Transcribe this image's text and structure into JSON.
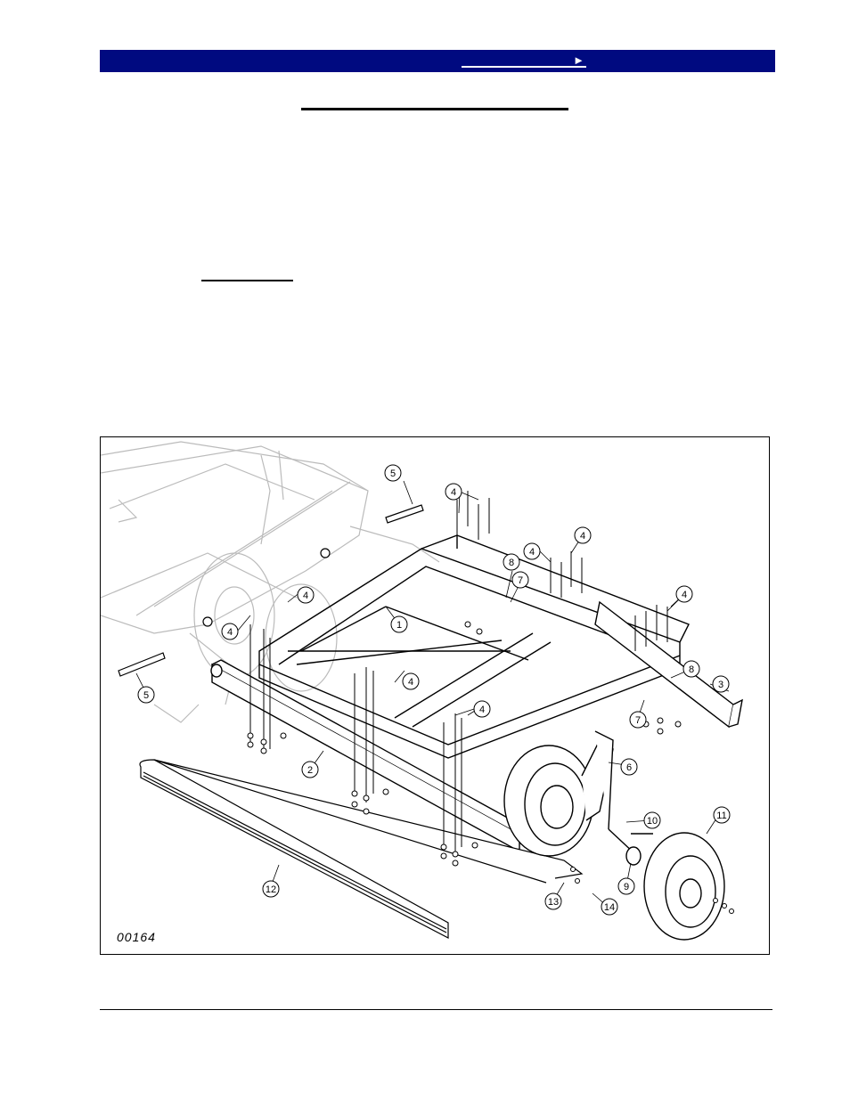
{
  "nav": {
    "next_arrow": "►",
    "next_label": ""
  },
  "figure": {
    "drawing_number": "00164",
    "callouts": [
      {
        "label": "1"
      },
      {
        "label": "2"
      },
      {
        "label": "3"
      },
      {
        "label": "4"
      },
      {
        "label": "5"
      },
      {
        "label": "6"
      },
      {
        "label": "7"
      },
      {
        "label": "8"
      },
      {
        "label": "9"
      },
      {
        "label": "10"
      },
      {
        "label": "11"
      },
      {
        "label": "12"
      },
      {
        "label": "13"
      },
      {
        "label": "14"
      }
    ]
  }
}
